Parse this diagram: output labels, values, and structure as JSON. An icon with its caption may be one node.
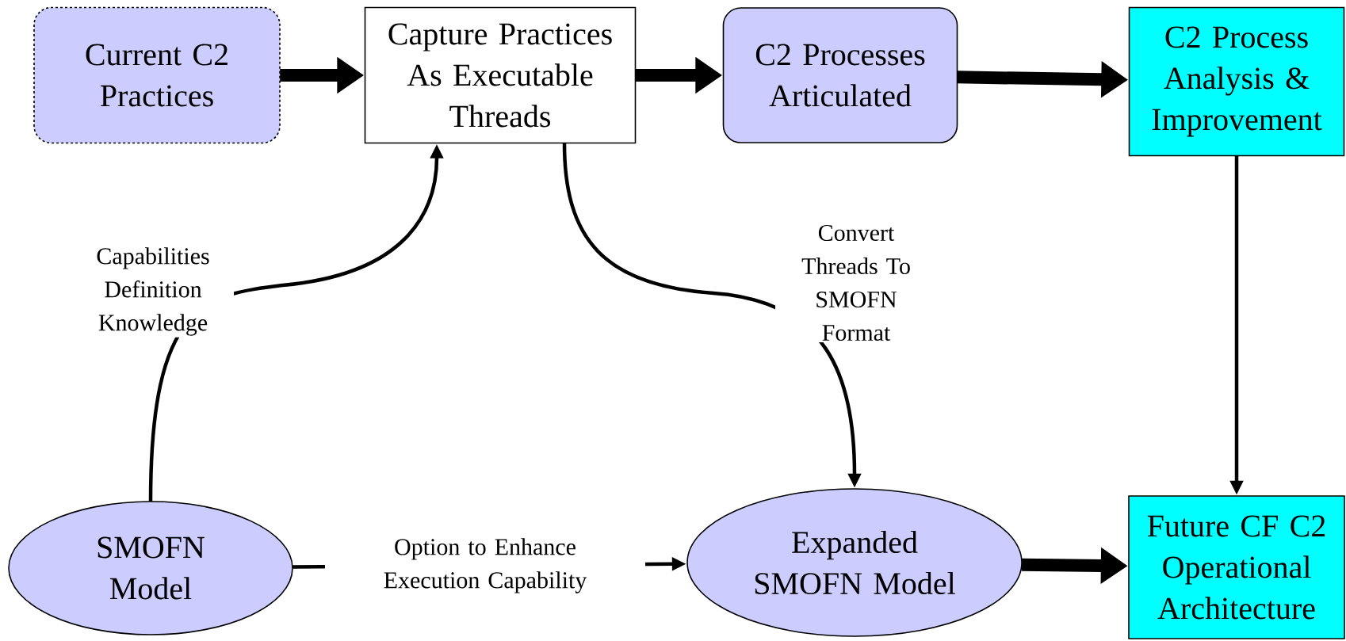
{
  "diagram": {
    "nodes": [
      {
        "text": [
          "Current C2 Practices"
        ]
      },
      {
        "text": [
          "Capture Practices As Executable Threads"
        ]
      },
      {
        "text": [
          "C2 Processes Articulated"
        ]
      },
      {
        "text": [
          "C2 Process Analysis & Improvement"
        ]
      },
      {
        "text": [
          "SMOFN Model"
        ]
      },
      {
        "text": [
          "Expanded SMOFN Model"
        ]
      },
      {
        "text": [
          "Future CF C2 Operational Architecture"
        ]
      }
    ],
    "edges": [
      {
        "from": 0,
        "to": 1,
        "arrow": "to",
        "style": "thick"
      },
      {
        "from": 1,
        "to": 2,
        "arrow": "to",
        "style": "thick"
      },
      {
        "from": 2,
        "to": 3,
        "arrow": "to",
        "style": "thick"
      },
      {
        "from": 4,
        "to": 1,
        "arrow": "to",
        "label": "Capabilities Definition Knowledge"
      },
      {
        "from": 1,
        "to": 5,
        "arrow": "to",
        "label": "Convert Threads To SMOFN Format"
      },
      {
        "from": 4,
        "to": 5,
        "arrow": "to",
        "label": "Option to Enhance Execution Capability"
      },
      {
        "from": 3,
        "to": 6,
        "arrow": "to"
      },
      {
        "from": 5,
        "to": 6,
        "arrow": "to",
        "style": "thick"
      }
    ]
  }
}
